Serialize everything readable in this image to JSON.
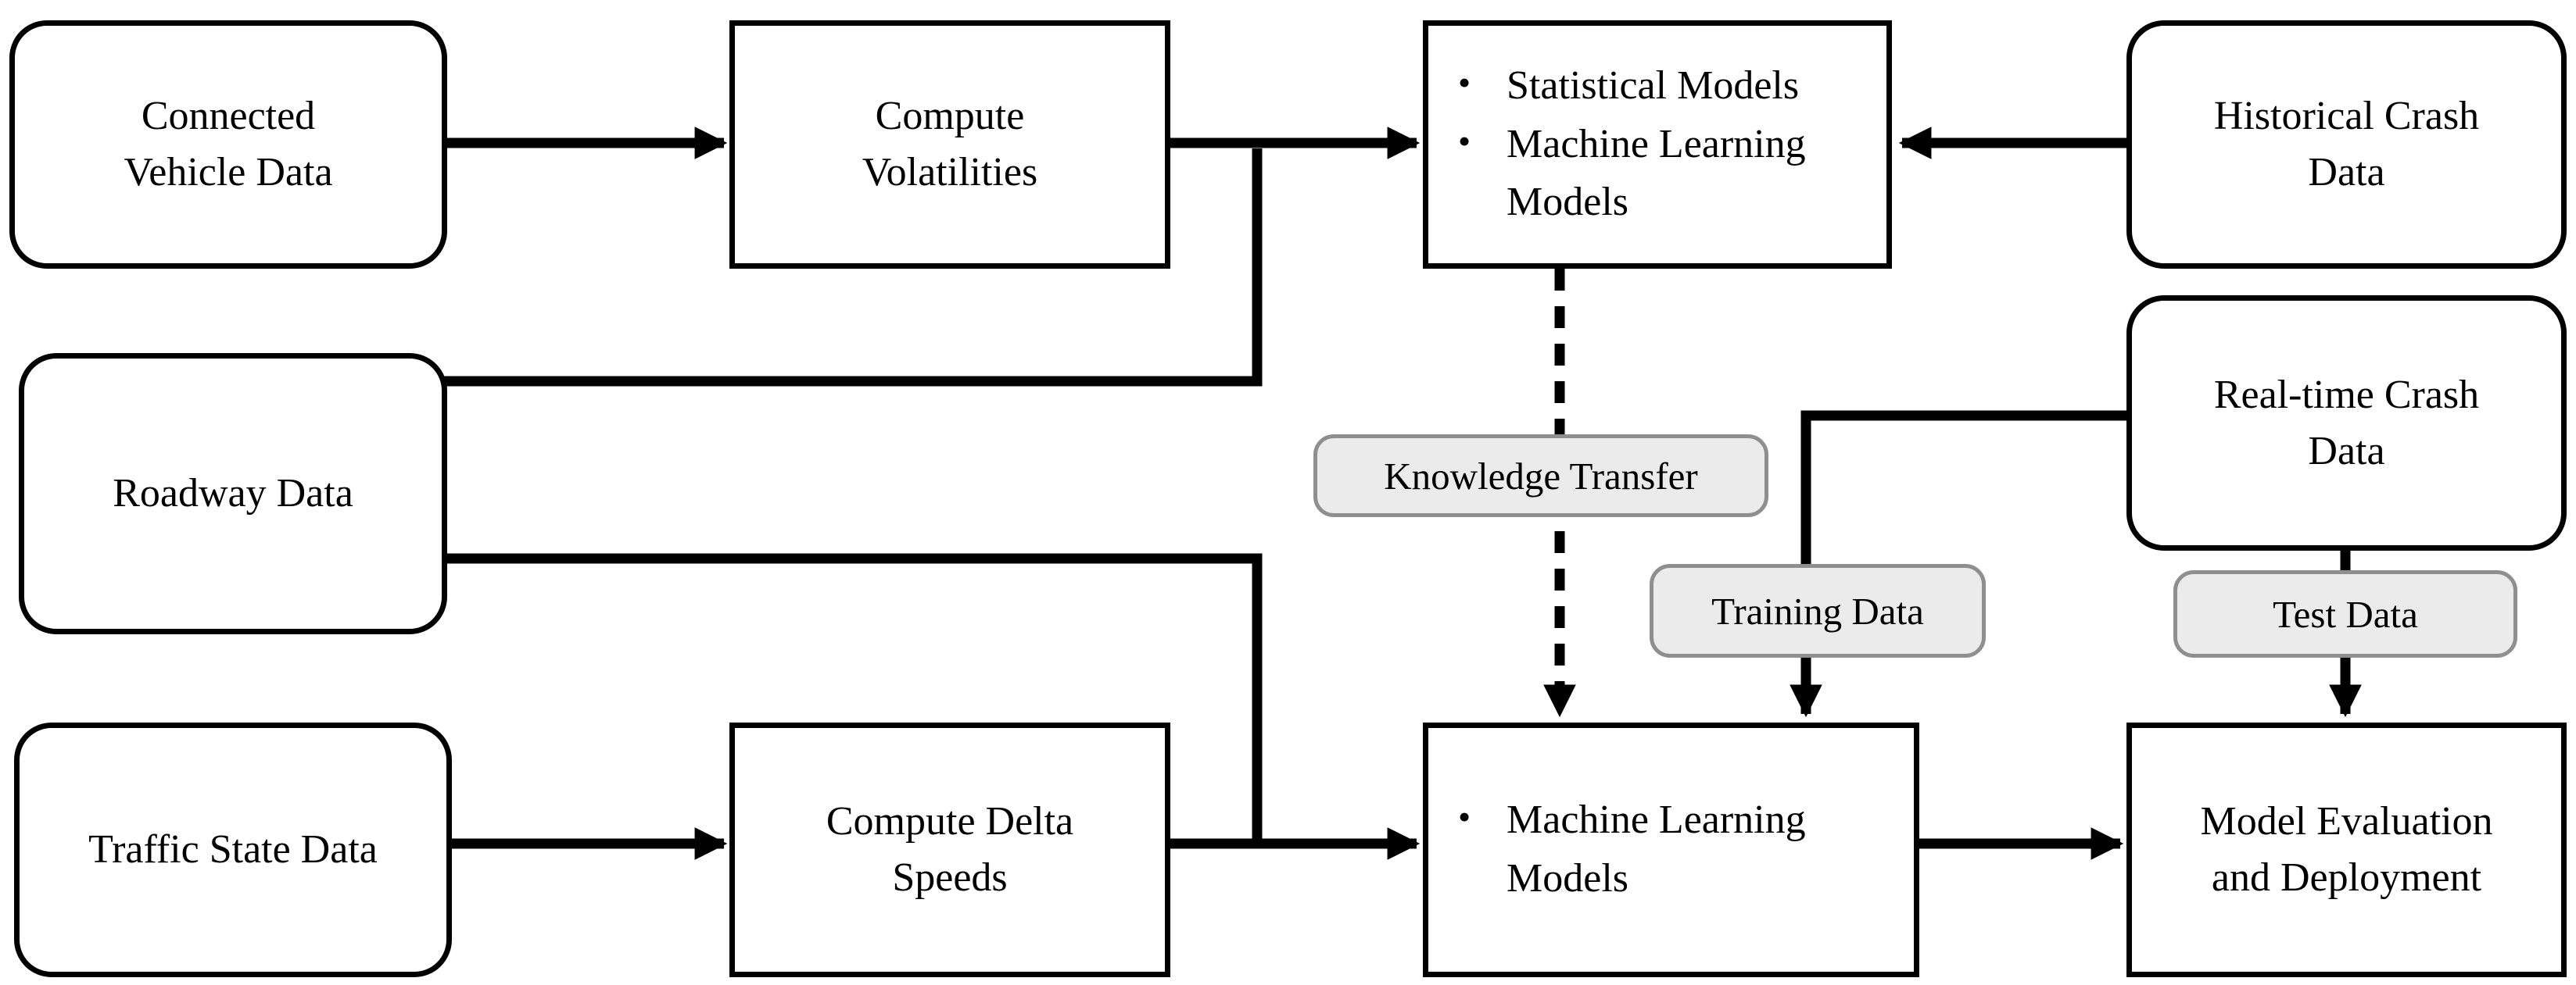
{
  "figure": {
    "type": "flowchart",
    "background": "#ffffff"
  },
  "glyphs": {
    "bullet": "•"
  },
  "colors": {
    "line": "#000000",
    "box_border": "#000000",
    "box_fill": "#ffffff",
    "tag_fill": "#ebebeb",
    "tag_border": "#8f8f8f",
    "text": "#000000"
  },
  "nodes": {
    "connected_vehicle": {
      "lines": [
        "Connected",
        "Vehicle Data"
      ]
    },
    "compute_volatilities": {
      "lines": [
        "Compute",
        "Volatilities"
      ]
    },
    "models_top": {
      "bullets": [
        "Statistical Models",
        "Machine Learning Models"
      ]
    },
    "historical_crash": {
      "lines": [
        "Historical Crash",
        "Data"
      ]
    },
    "roadway": {
      "lines": [
        "Roadway Data"
      ]
    },
    "realtime_crash": {
      "lines": [
        "Real-time Crash",
        "Data"
      ]
    },
    "traffic_state": {
      "lines": [
        "Traffic State Data"
      ]
    },
    "compute_delta": {
      "lines": [
        "Compute Delta",
        "Speeds"
      ]
    },
    "models_bottom": {
      "bullets": [
        "Machine Learning Models"
      ]
    },
    "model_eval": {
      "lines": [
        "Model Evaluation",
        "and Deployment"
      ]
    }
  },
  "labels": {
    "knowledge_transfer": "Knowledge Transfer",
    "training_data": "Training Data",
    "test_data": "Test Data"
  },
  "edges": [
    {
      "from": "connected_vehicle",
      "to": "compute_volatilities",
      "style": "solid"
    },
    {
      "from": "compute_volatilities",
      "to": "models_top",
      "style": "solid"
    },
    {
      "from": "roadway",
      "to": "models_top",
      "style": "solid"
    },
    {
      "from": "roadway",
      "to": "models_bottom",
      "style": "solid"
    },
    {
      "from": "historical_crash",
      "to": "models_top",
      "style": "solid"
    },
    {
      "from": "models_top",
      "to": "models_bottom",
      "style": "dashed",
      "label": "Knowledge Transfer"
    },
    {
      "from": "realtime_crash",
      "to": "models_bottom",
      "style": "solid",
      "label": "Training Data"
    },
    {
      "from": "realtime_crash",
      "to": "model_eval",
      "style": "solid",
      "label": "Test Data"
    },
    {
      "from": "traffic_state",
      "to": "compute_delta",
      "style": "solid"
    },
    {
      "from": "compute_delta",
      "to": "models_bottom",
      "style": "solid"
    },
    {
      "from": "models_bottom",
      "to": "model_eval",
      "style": "solid"
    }
  ]
}
